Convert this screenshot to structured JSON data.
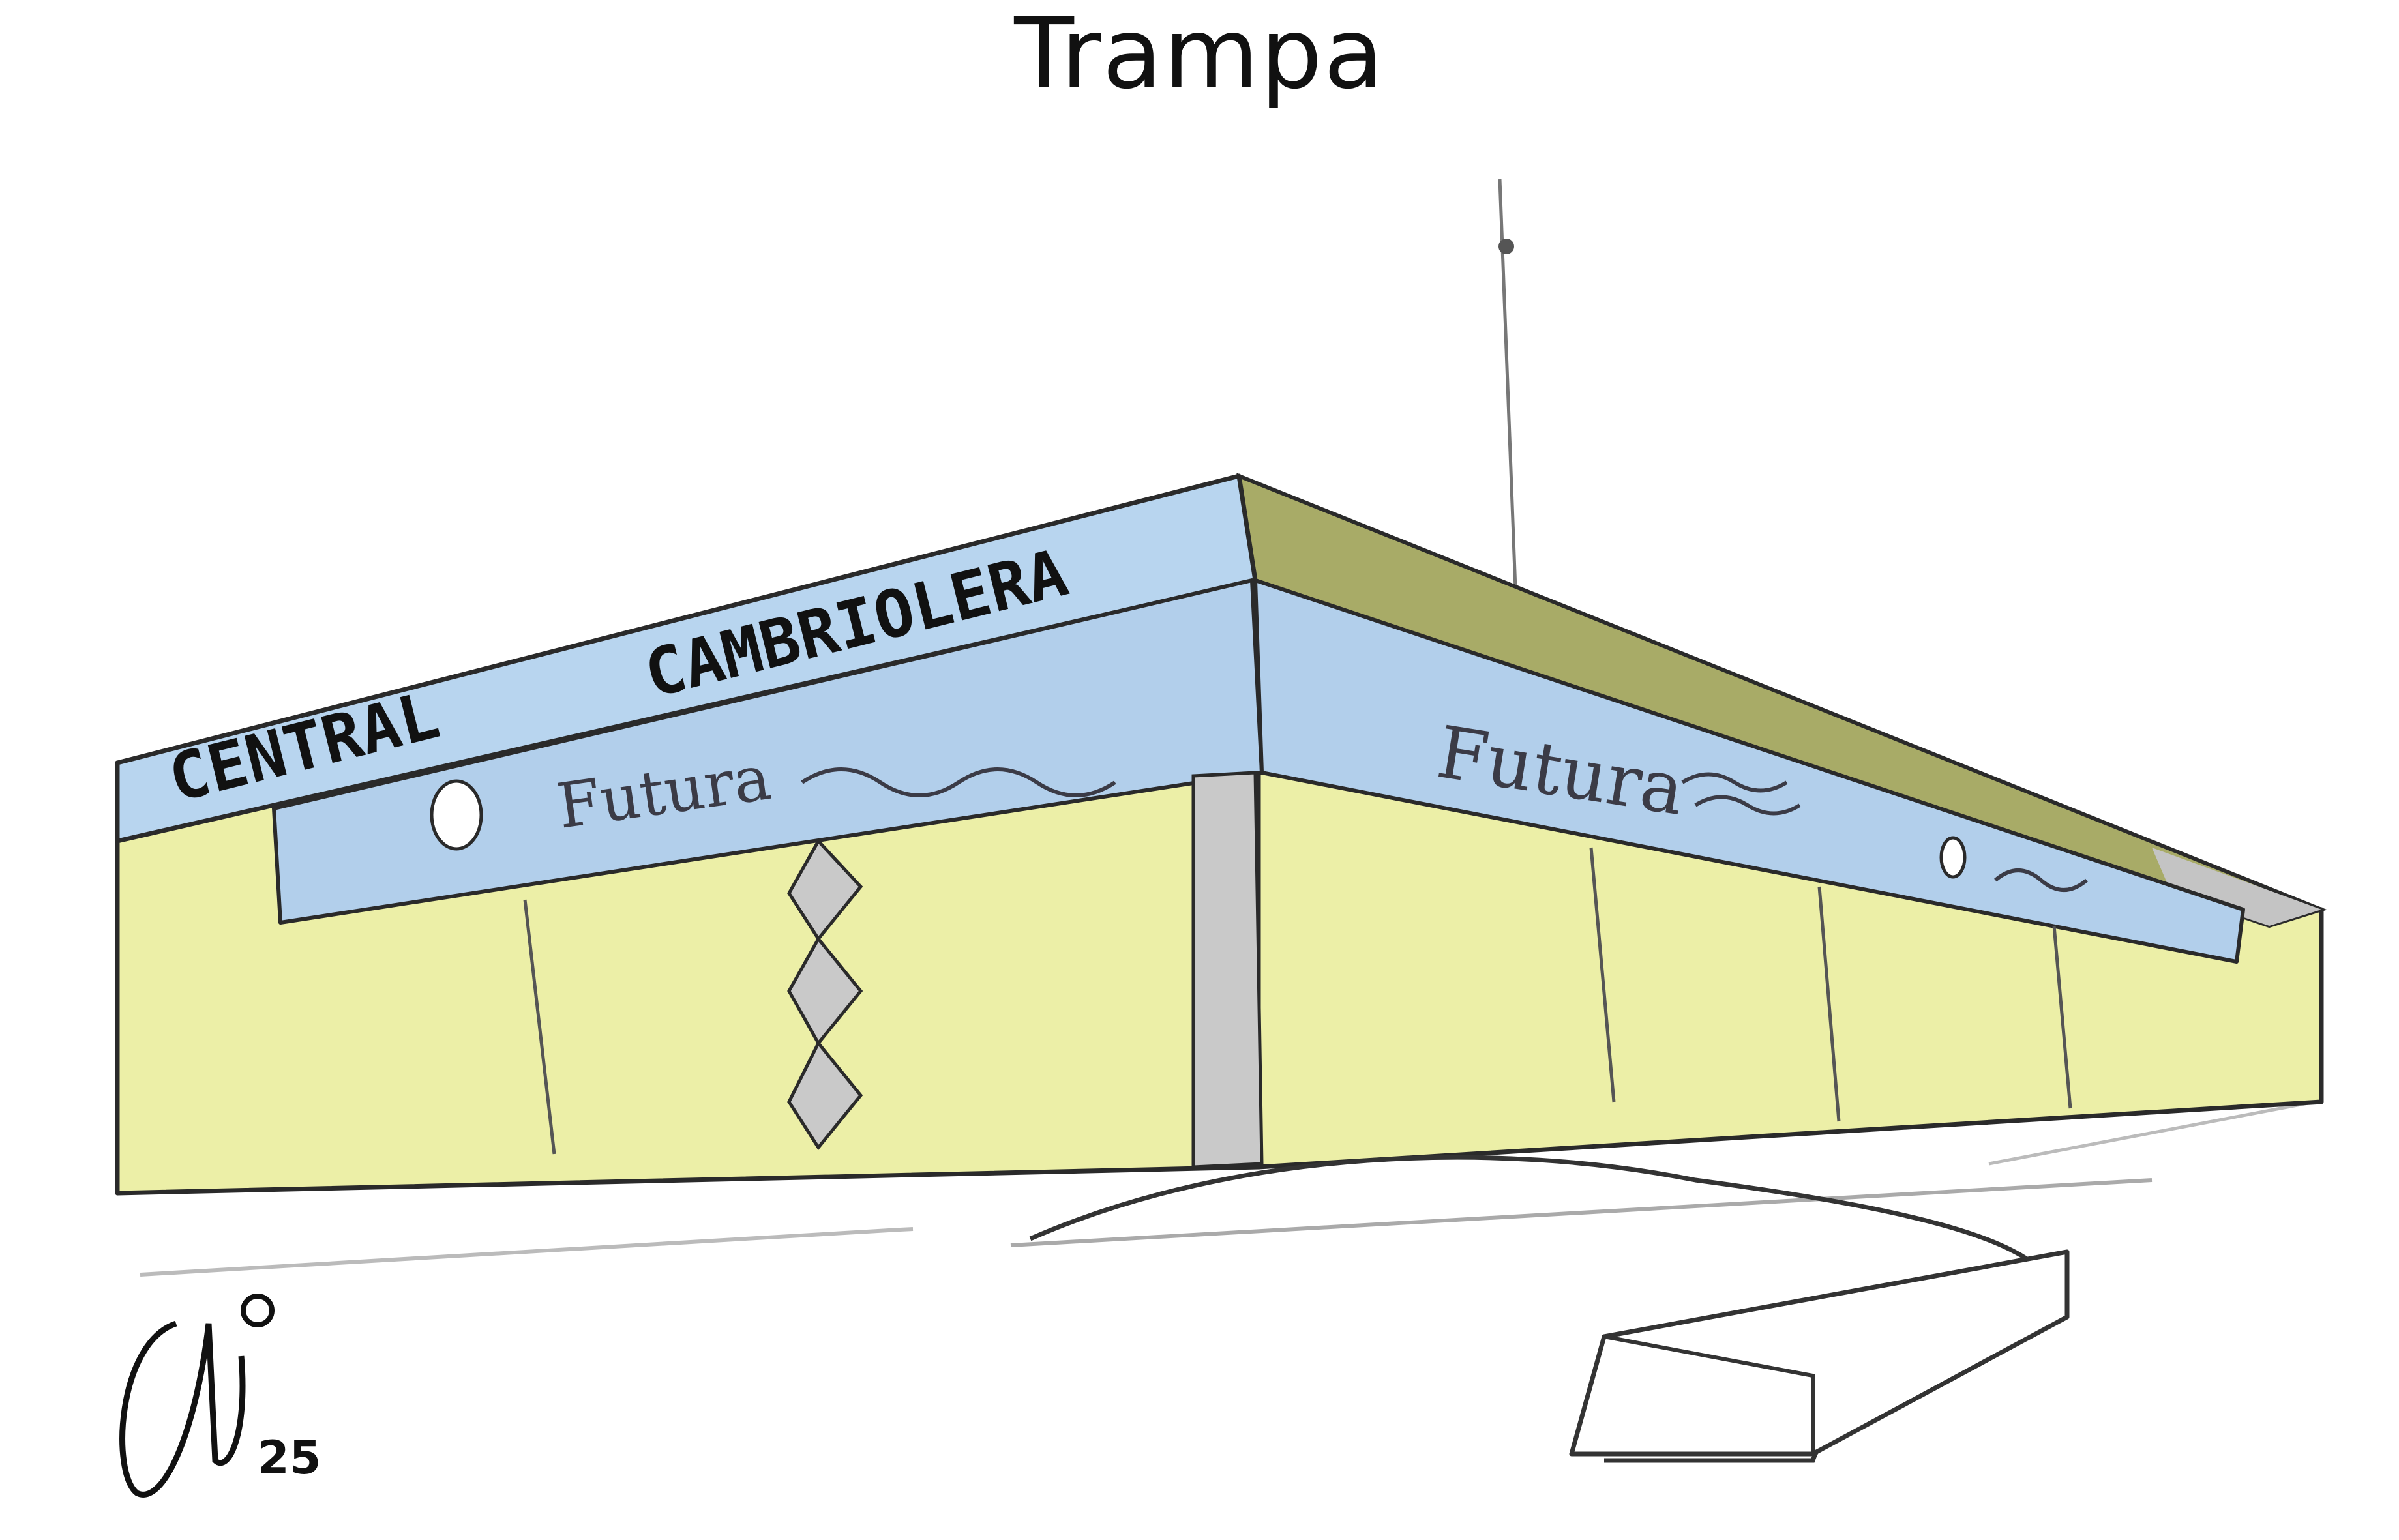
{
  "title": "Trampa",
  "building": {
    "sign_left": "CENTRAL",
    "sign_right": "CAMBRIOLERA",
    "band_left_word": "Futura",
    "band_right_word": "Futura"
  },
  "signature": {
    "initials": "Clo",
    "year": "25"
  },
  "colors": {
    "wall": "#ecefa7",
    "band": "#b2cfeb",
    "sign": "#b8d5ef",
    "roof": "#a8ab67",
    "column": "#c9c9c9",
    "outline": "#2a2a2a"
  }
}
